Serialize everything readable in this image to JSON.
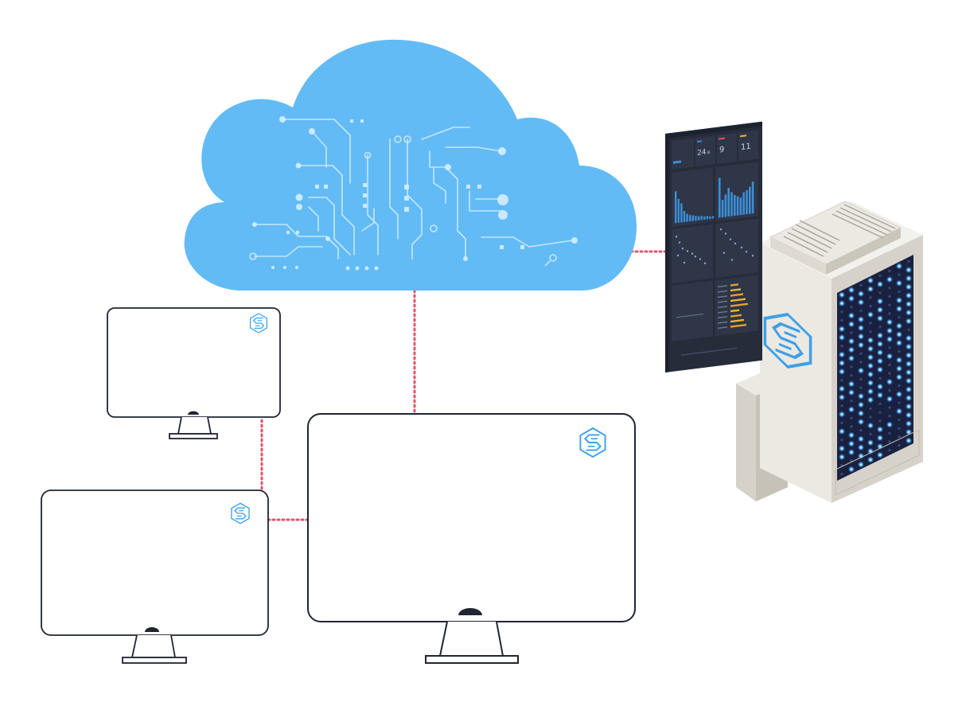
{
  "colors": {
    "cloud": "#62BBF5",
    "circuit": "#D6EEFF",
    "connector": "#E0546B",
    "monitor_outline": "#1F2533",
    "logo": "#3DA0E8",
    "dashboard_bg": "#262C3A",
    "dashboard_panel": "#2F3647",
    "bar": "#3B8FD9",
    "accent": "#F2B233",
    "server_light": "#ECE9E3",
    "server_shade": "#D6D2CA",
    "server_dark": "#C7C2B8",
    "led": "#41A7FF",
    "led_panel": "#1A2140"
  },
  "icons": {
    "cloud": "cloud-icon",
    "monitor": "monitor-icon",
    "logo": "hexagon-logo-icon",
    "server": "server-tower-icon",
    "dashboard": "dashboard-screen-icon"
  },
  "dashboard": {
    "stat_1": "24",
    "stat_1_unit": ".8",
    "stat_2": "9",
    "stat_3": "11"
  }
}
